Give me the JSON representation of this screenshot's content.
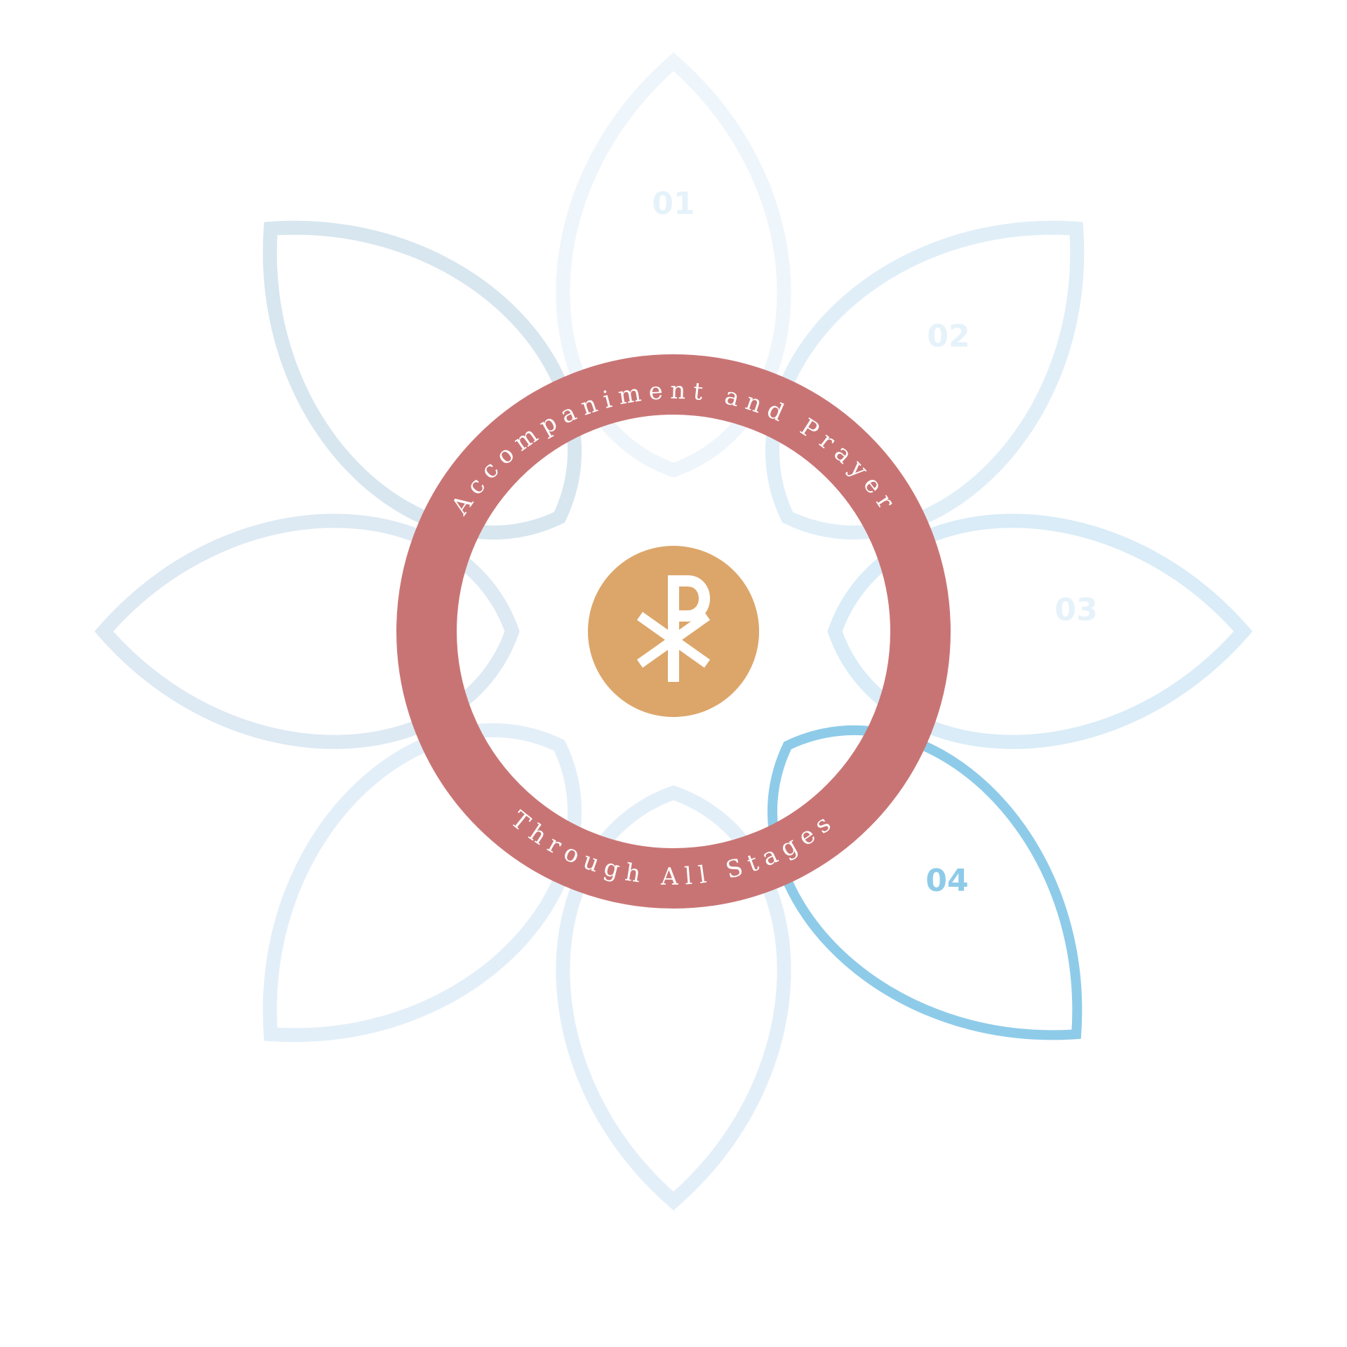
{
  "diagram": {
    "ring_text_top": "Accompaniment and Prayer",
    "ring_text_bottom": "Through All Stages",
    "center_symbol": "chi-rho-icon",
    "petals": [
      {
        "label": "01",
        "color": "#eef5fb",
        "highlighted": false
      },
      {
        "label": "02",
        "color": "#e0eef8",
        "highlighted": false
      },
      {
        "label": "03",
        "color": "#d9ecf7",
        "highlighted": false
      },
      {
        "label": "04",
        "color": "#8ecbe9",
        "highlighted": true
      },
      {
        "label": "",
        "color": "#e3eff8",
        "highlighted": false
      },
      {
        "label": "",
        "color": "#e3eff8",
        "highlighted": false
      },
      {
        "label": "",
        "color": "#dde9f3",
        "highlighted": false
      },
      {
        "label": "",
        "color": "#d7e6ef",
        "highlighted": false
      }
    ],
    "colors": {
      "ring": "#c97474",
      "center": "#dca66a",
      "symbol": "#ffffff",
      "label_faint": "#e6f2fa",
      "label_active": "#8ecbe9"
    }
  }
}
